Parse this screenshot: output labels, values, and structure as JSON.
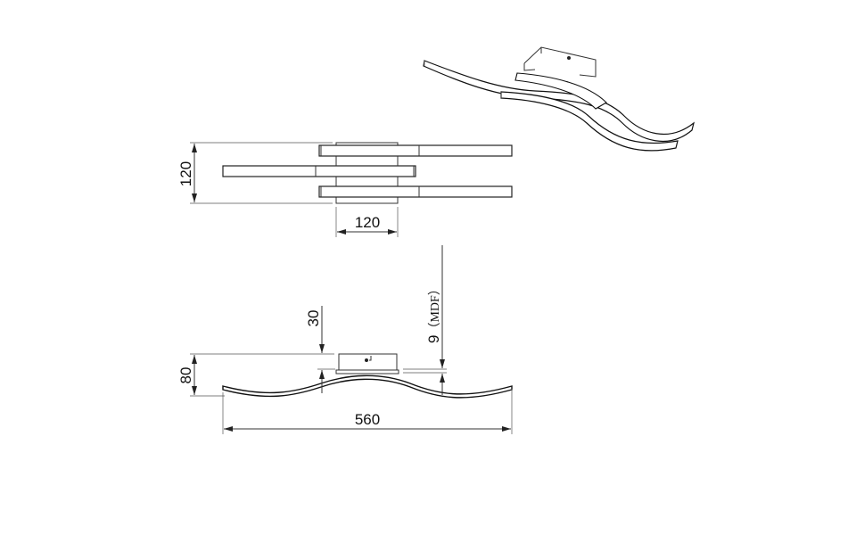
{
  "top_view": {
    "height_label": "120",
    "width_label": "120"
  },
  "side_view": {
    "height_label": "80",
    "box_label": "30",
    "mdf_label_number": "9",
    "mdf_label_text": "（MDF）",
    "length_label": "560"
  },
  "colors": {
    "line": "#333333",
    "background": "#ffffff"
  }
}
